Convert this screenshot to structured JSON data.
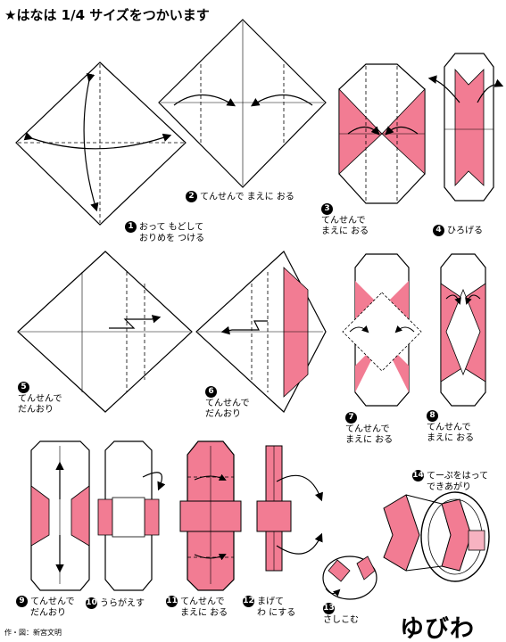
{
  "title": "★はなは 1/4 サイズをつかいます",
  "colors": {
    "pink": "#f27c93",
    "light_pink": "#f7b3c1",
    "line": "#000000",
    "paper": "#ffffff"
  },
  "steps": [
    {
      "num": "1",
      "lines": [
        "おって もどして",
        "おりめを つける"
      ]
    },
    {
      "num": "2",
      "lines": [
        "てんせんで まえに おる"
      ]
    },
    {
      "num": "3",
      "lines": [
        "てんせんで",
        "まえに おる"
      ]
    },
    {
      "num": "4",
      "lines": [
        "ひろげる"
      ]
    },
    {
      "num": "5",
      "lines": [
        "てんせんで",
        "だんおり"
      ]
    },
    {
      "num": "6",
      "lines": [
        "てんせんで",
        "だんおり"
      ]
    },
    {
      "num": "7",
      "lines": [
        "てんせんで",
        "まえに おる"
      ]
    },
    {
      "num": "8",
      "lines": [
        "てんせんで",
        "まえに おる"
      ]
    },
    {
      "num": "9",
      "lines": [
        "てんせんで",
        "だんおり"
      ]
    },
    {
      "num": "10",
      "lines": [
        "うらがえす"
      ]
    },
    {
      "num": "11",
      "lines": [
        "てんせんで",
        "まえに おる"
      ]
    },
    {
      "num": "12",
      "lines": [
        "まげて",
        "わ にする"
      ]
    },
    {
      "num": "13",
      "lines": [
        "さしこむ"
      ]
    },
    {
      "num": "14",
      "lines": [
        "てーぷをはって",
        "できあがり"
      ]
    }
  ],
  "result_title": "ゆびわ",
  "credit": "作・図：新宮文明"
}
